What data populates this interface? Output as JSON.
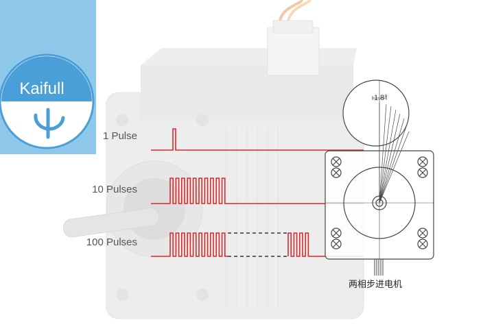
{
  "brand": {
    "name": "Kaifull",
    "panel_color": "#8ec9ec",
    "logo_color": "#4a9fd8"
  },
  "pulse_rows": [
    {
      "label": "1 Pulse"
    },
    {
      "label": "10 Pulses"
    },
    {
      "label": "100 Pulses"
    }
  ],
  "motor_diagram": {
    "step_angle_label": "1.8°",
    "caption": "两相步进电机"
  },
  "colors": {
    "pulse_line": "#d82a2a",
    "drawing_line": "#444444",
    "motor_body": "#ececec"
  }
}
